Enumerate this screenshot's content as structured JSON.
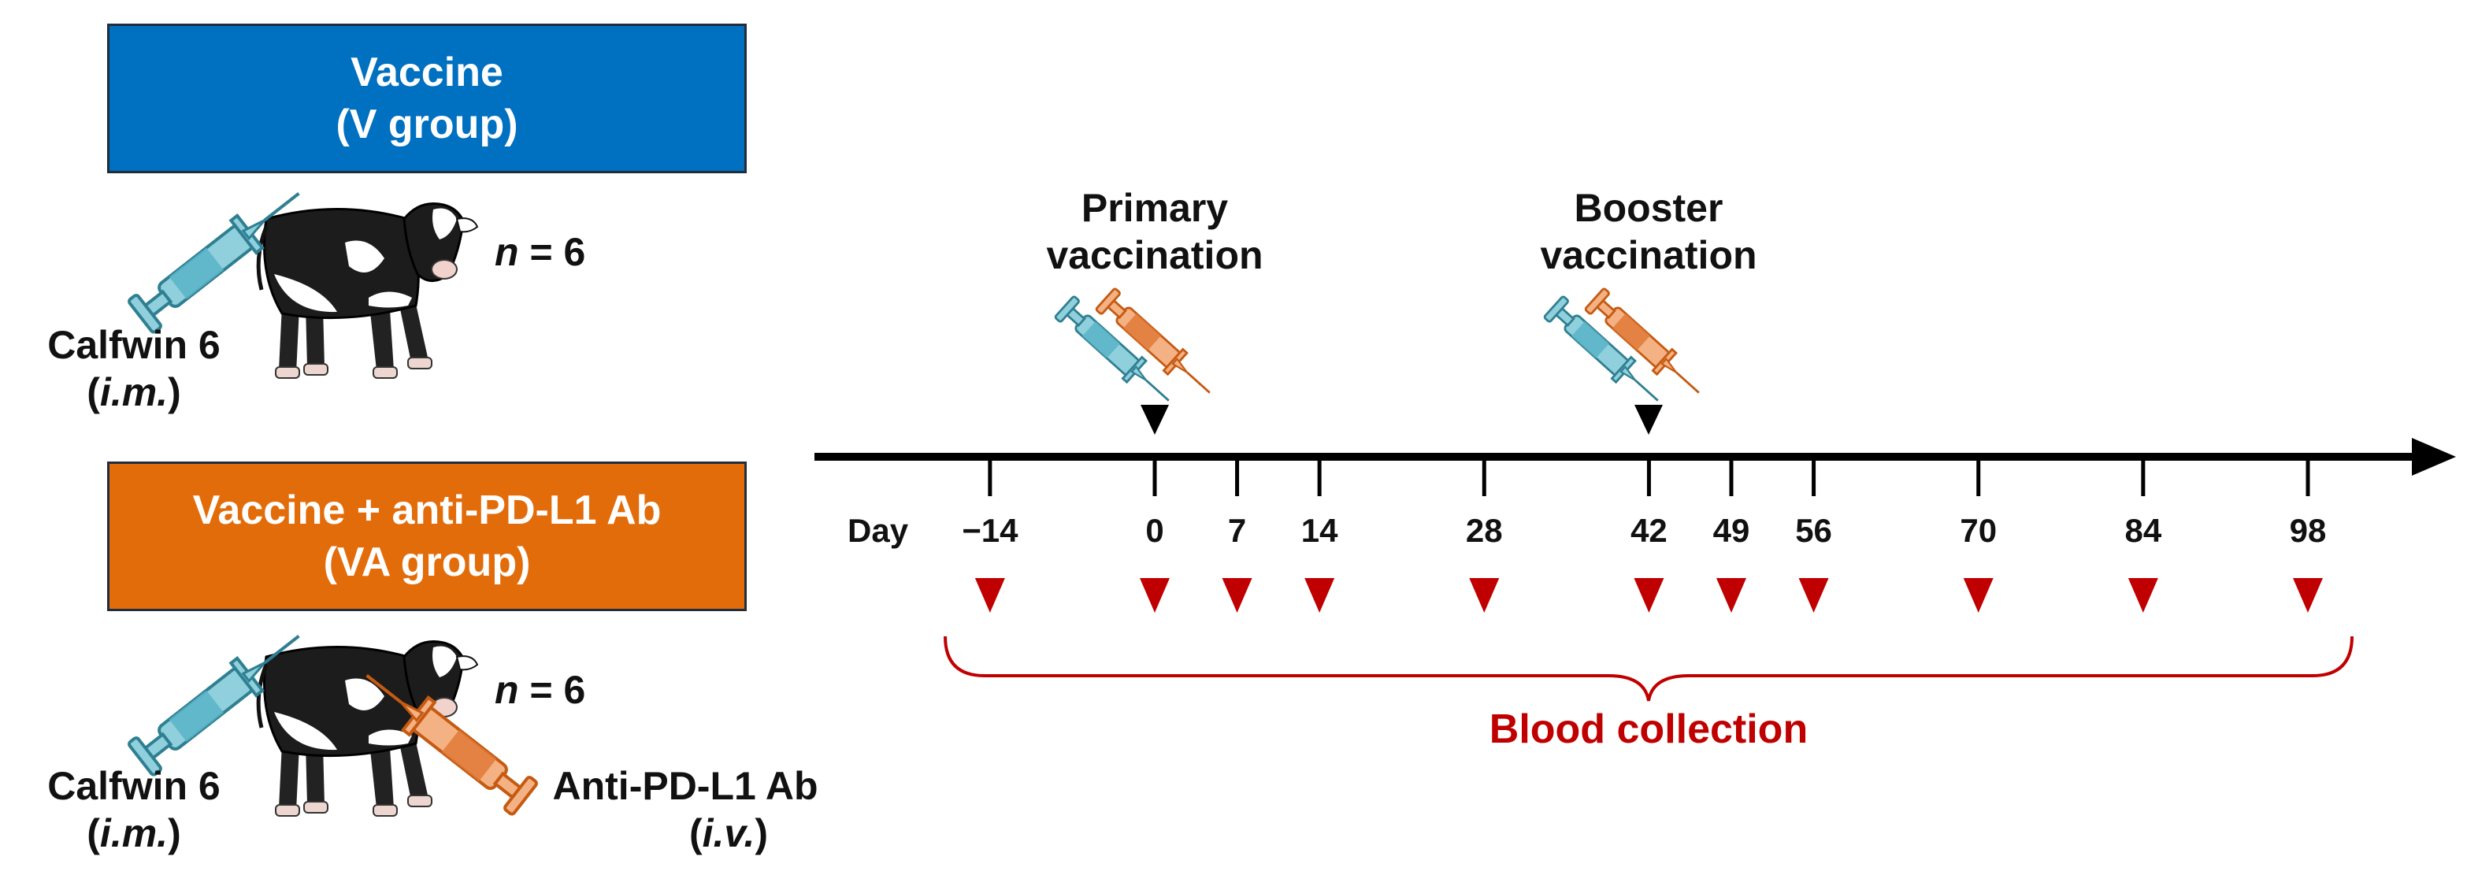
{
  "colors": {
    "v_group": "#0070c0",
    "va_group": "#e36c0a",
    "axis": "#000000",
    "blood": "#c00000",
    "syringe_blue": "#5ab4c8",
    "syringe_orange": "#e07a3a"
  },
  "groups": {
    "v": {
      "title_line1": "Vaccine",
      "title_line2": "(V group)",
      "n_var": "n",
      "n_rest": " = 6",
      "vaccine_name": "Calfwin 6",
      "vaccine_route": "i.m.",
      "icons": [
        "calf-icon",
        "syringe-icon"
      ]
    },
    "va": {
      "title_line1": "Vaccine + anti-PD-L1 Ab",
      "title_line2": "(VA group)",
      "n_var": "n",
      "n_rest": " = 6",
      "vaccine_name": "Calfwin 6",
      "vaccine_route": "i.m.",
      "antibody_name": "Anti-PD-L1 Ab",
      "antibody_route": "i.v.",
      "icons": [
        "calf-icon",
        "syringe-icon",
        "syringe-icon"
      ]
    }
  },
  "timeline": {
    "day_label": "Day",
    "days": [
      "−14",
      "0",
      "7",
      "14",
      "28",
      "42",
      "49",
      "56",
      "70",
      "84",
      "98"
    ],
    "primary": {
      "line1": "Primary",
      "line2": "vaccination",
      "day": "0"
    },
    "booster": {
      "line1": "Booster",
      "line2": "vaccination",
      "day": "42"
    },
    "blood_label": "Blood collection",
    "blood_days": [
      "−14",
      "0",
      "7",
      "14",
      "28",
      "42",
      "49",
      "56",
      "70",
      "84",
      "98"
    ]
  }
}
